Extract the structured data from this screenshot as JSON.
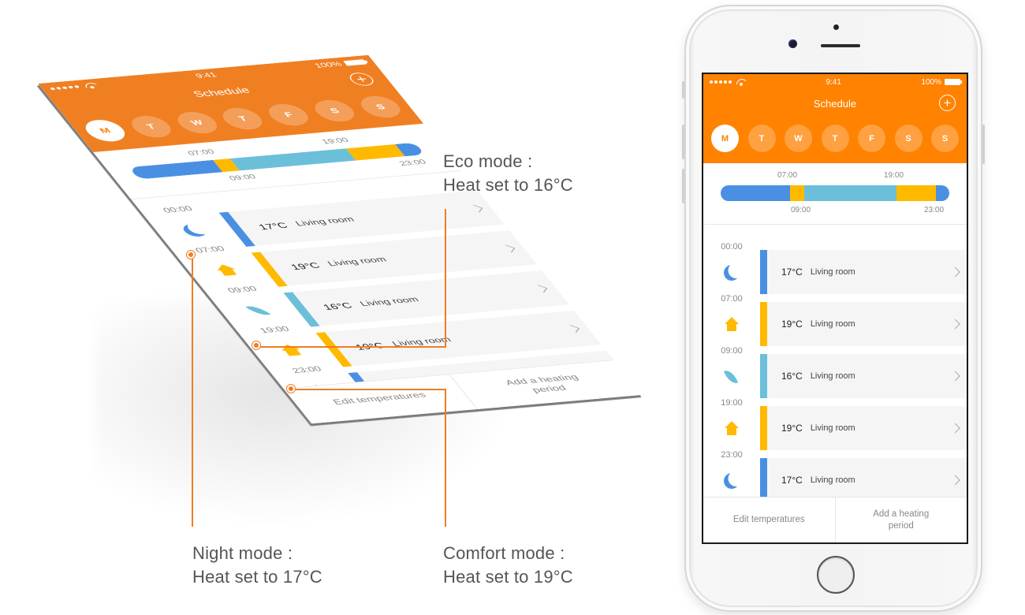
{
  "app": {
    "status_bar": {
      "time": "9:41",
      "battery": "100%"
    },
    "title": "Schedule",
    "add_icon": "plus-circle-icon",
    "days": [
      {
        "label": "M",
        "active": true
      },
      {
        "label": "T",
        "active": false
      },
      {
        "label": "W",
        "active": false
      },
      {
        "label": "T",
        "active": false
      },
      {
        "label": "F",
        "active": false
      },
      {
        "label": "S",
        "active": false
      },
      {
        "label": "S",
        "active": false
      }
    ],
    "timeline": {
      "labels_top": [
        "07:00",
        "19:00"
      ],
      "labels_bottom": [
        "09:00",
        "23:00"
      ],
      "segments": [
        {
          "mode": "night",
          "from": "00:00",
          "to": "07:00",
          "color": "#4a90e2"
        },
        {
          "mode": "comfort",
          "from": "07:00",
          "to": "09:00",
          "color": "#ffba00"
        },
        {
          "mode": "eco",
          "from": "09:00",
          "to": "19:00",
          "color": "#6bbfd9"
        },
        {
          "mode": "comfort",
          "from": "19:00",
          "to": "23:00",
          "color": "#ffba00"
        },
        {
          "mode": "night",
          "from": "23:00",
          "to": "24:00",
          "color": "#4a90e2"
        }
      ]
    },
    "periods": [
      {
        "time": "00:00",
        "icon": "moon-icon",
        "temp": "17°C",
        "room": "Living room",
        "color": "#4a90e2"
      },
      {
        "time": "07:00",
        "icon": "house-icon",
        "temp": "19°C",
        "room": "Living room",
        "color": "#ffba00"
      },
      {
        "time": "09:00",
        "icon": "leaf-icon",
        "temp": "16°C",
        "room": "Living room",
        "color": "#6bbfd9"
      },
      {
        "time": "19:00",
        "icon": "house-icon",
        "temp": "19°C",
        "room": "Living room",
        "color": "#ffba00"
      },
      {
        "time": "23:00",
        "icon": "moon-icon",
        "temp": "17°C",
        "room": "Living room",
        "color": "#4a90e2"
      }
    ],
    "footer": {
      "edit_temperatures": "Edit temperatures",
      "add_heating_period": "Add a heating period"
    },
    "colors": {
      "header_orange": "#ff8200",
      "night_blue": "#4a90e2",
      "comfort_yellow": "#ffba00",
      "eco_cyan": "#6bbfd9",
      "callout_line": "#ef7d22"
    }
  },
  "callouts": {
    "eco": {
      "title": "Eco mode :",
      "detail": "Heat set to 16°C"
    },
    "night": {
      "title": "Night mode :",
      "detail": "Heat set to 17°C"
    },
    "comfort": {
      "title": "Comfort mode :",
      "detail": "Heat set to 19°C"
    }
  }
}
